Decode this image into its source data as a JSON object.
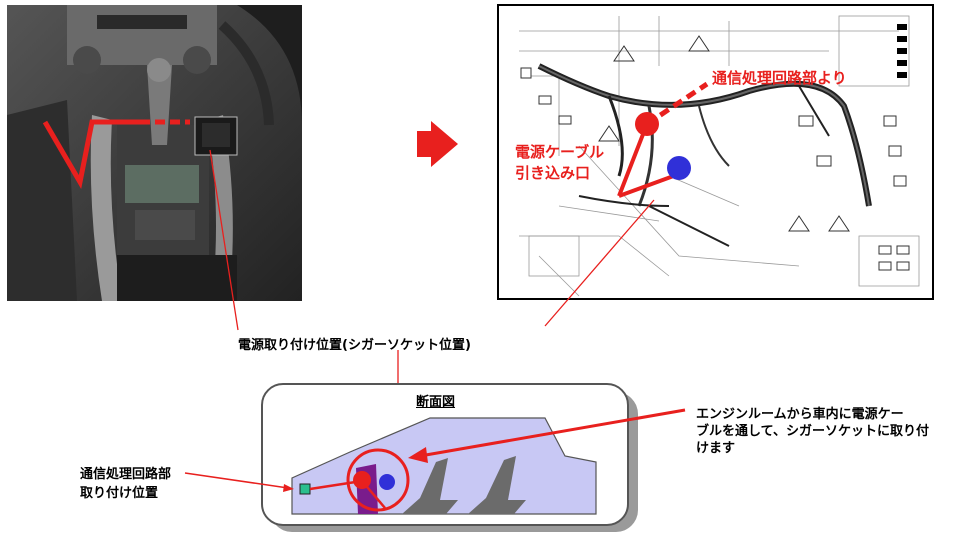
{
  "colors": {
    "accent_red": "#e8201e",
    "cabin_fill": "#c8c8f4",
    "seat_gray": "#6b6b6b",
    "blue_dot": "#3030d8",
    "unit_green": "#2bbf8e",
    "socket_purple": "#7a1c8c"
  },
  "icons": {
    "arrow": "right-arrow-icon"
  },
  "photo_label": "",
  "wiring": {
    "label_from_unit": "通信処理回路部より",
    "label_entry_line1": "電源ケーブル",
    "label_entry_line2": "引き込み口"
  },
  "caption_mount_position": "電源取り付け位置(シガーソケット位置)",
  "cross_section": {
    "title": "断面図"
  },
  "note_unit_line1": "通信処理回路部",
  "note_unit_line2": "取り付け位置",
  "note_cable_line1": "エンジンルームから車内に電源ケー",
  "note_cable_line2": "ブルを通して、シガーソケットに取り付",
  "note_cable_line3": "けます"
}
